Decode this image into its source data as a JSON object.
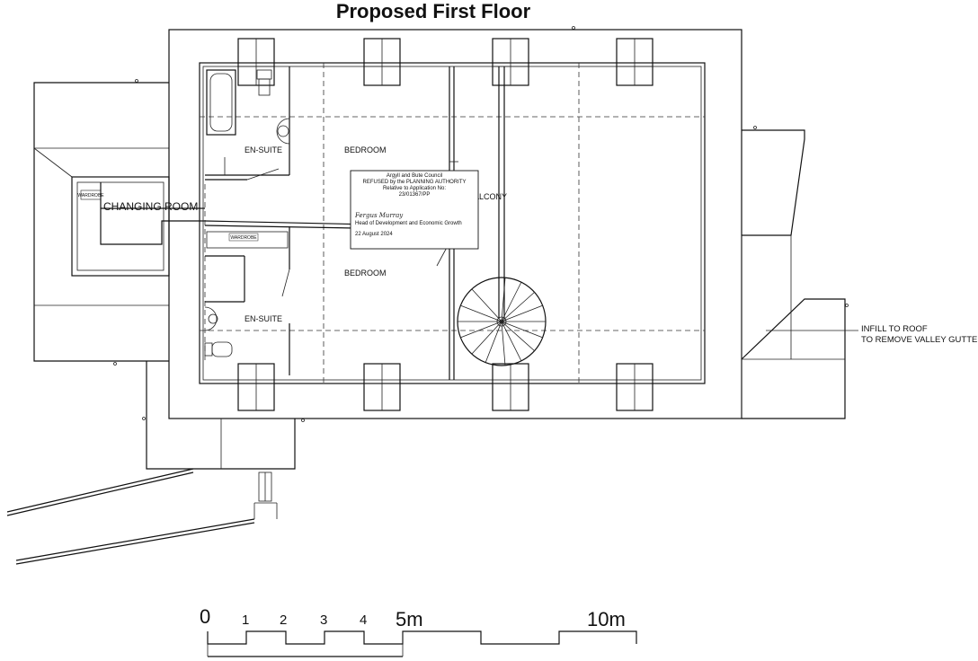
{
  "title": "Proposed First Floor",
  "rooms": {
    "changing_room": "CHANGING ROOM",
    "ensuite_top": "EN-SUITE",
    "ensuite_bottom": "EN-SUITE",
    "bedroom_top": "BEDROOM",
    "bedroom_bottom": "BEDROOM",
    "balcony": "BALCONY",
    "wardrobe_1": "WARDROBE",
    "wardrobe_2": "WARDROBE"
  },
  "annotation": {
    "line1": "INFILL TO ROOF",
    "line2": "TO REMOVE VALLEY GUTTER"
  },
  "stamp": {
    "line1": "Argyll and Bute Council",
    "line2": "REFUSED by the PLANNING AUTHORITY",
    "line3": "Relative to Application No:",
    "line4": "23/01367/PP",
    "signature": "Fergus Murray",
    "line5": "Head of Development and Economic Growth",
    "date": "22 August 2024"
  },
  "scale_bar": {
    "labels": [
      "0",
      "1",
      "2",
      "3",
      "4",
      "5m",
      "10m"
    ]
  }
}
